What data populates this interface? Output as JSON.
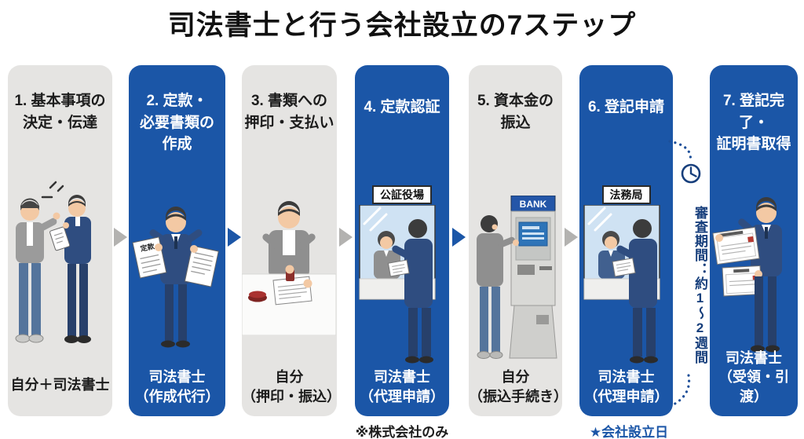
{
  "title": "司法書士と行う会社設立の7ステップ",
  "steps": [
    {
      "id": 1,
      "variant": "gray",
      "title_lines": [
        "1. 基本事項の",
        "決定・伝達"
      ],
      "actor_lines": [
        "自分＋司法書士"
      ]
    },
    {
      "id": 2,
      "variant": "blue",
      "title_lines": [
        "2. 定款・",
        "必要書類の",
        "作成"
      ],
      "actor_lines": [
        "司法書士",
        "（作成代行）"
      ]
    },
    {
      "id": 3,
      "variant": "gray",
      "title_lines": [
        "3. 書類への",
        "押印・支払い"
      ],
      "actor_lines": [
        "自分",
        "（押印・振込）"
      ]
    },
    {
      "id": 4,
      "variant": "blue",
      "title_lines": [
        "4. 定款認証"
      ],
      "actor_lines": [
        "司法書士",
        "（代理申請）"
      ],
      "sign": "公証役場",
      "footnote": "※株式会社のみ"
    },
    {
      "id": 5,
      "variant": "gray",
      "title_lines": [
        "5. 資本金の",
        "振込"
      ],
      "actor_lines": [
        "自分",
        "（振込手続き）"
      ]
    },
    {
      "id": 6,
      "variant": "blue",
      "title_lines": [
        "6. 登記申請"
      ],
      "actor_lines": [
        "司法書士",
        "（代理申請）"
      ],
      "sign": "法務局",
      "footnote": "★会社設立日"
    },
    {
      "id": 7,
      "variant": "blue",
      "title_lines": [
        "7. 登記完了・",
        "証明書取得"
      ],
      "actor_lines": [
        "司法書士",
        "（受領・引渡）"
      ]
    }
  ],
  "review_period": {
    "text": "審査期間：約1〜2週間",
    "icon": "clock-icon"
  },
  "illustration_labels": {
    "articles_doc": "定款",
    "bank_sign": "BANK"
  },
  "colors": {
    "step_blue": "#1b56a7",
    "step_gray": "#e5e4e2",
    "arrow_gray": "#b3b2b0",
    "arrow_blue": "#1b56a7",
    "review_navy": "#173f7c",
    "footnote_black": "#1c1c1c",
    "footnote_blue": "#1b56a7",
    "background": "#ffffff"
  }
}
